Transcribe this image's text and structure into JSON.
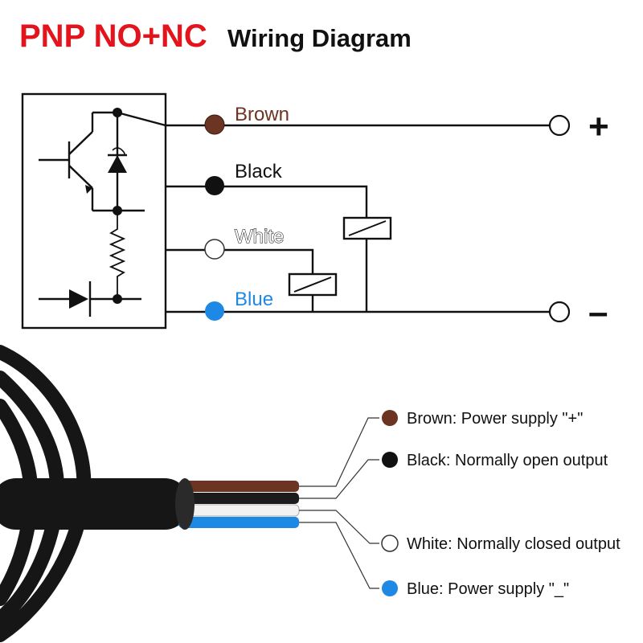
{
  "title": {
    "highlight": "PNP NO+NC",
    "rest": "Wiring Diagram"
  },
  "wires": {
    "brown": {
      "label": "Brown",
      "color": "#6b3423"
    },
    "black": {
      "label": "Black",
      "color": "#111111"
    },
    "white": {
      "label": "White",
      "color": "#ffffff"
    },
    "blue": {
      "label": "Blue",
      "color": "#1e88e5"
    }
  },
  "terminals": {
    "positive": "+",
    "negative": "–"
  },
  "legend": [
    {
      "text": "Brown: Power supply \"+\"",
      "color": "#6b3423"
    },
    {
      "text": "Black: Normally open output",
      "color": "#111111"
    },
    {
      "text": "White: Normally closed output",
      "color": "#ffffff"
    },
    {
      "text": "Blue: Power supply \"_\"",
      "color": "#1e88e5"
    }
  ],
  "colors": {
    "title_accent": "#e3141b",
    "cable_jacket": "#161616",
    "line": "#111111"
  },
  "icons": [
    "transistor-symbol",
    "zener-diode-symbol",
    "resistor-symbol",
    "diode-symbol",
    "relay-coil-symbol",
    "terminal-circle"
  ]
}
